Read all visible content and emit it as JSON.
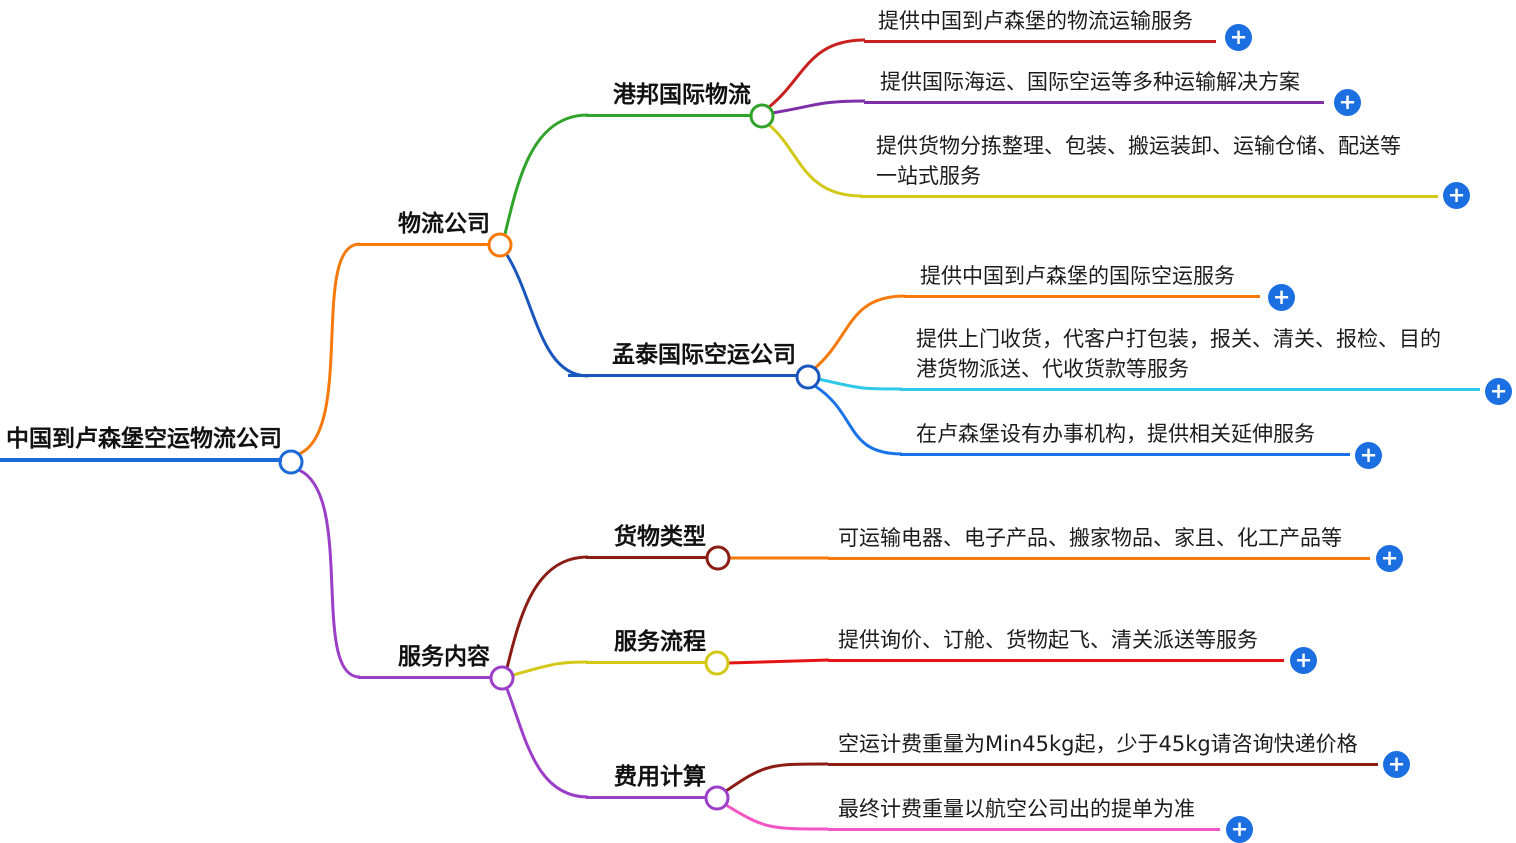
{
  "mindmap": {
    "root": {
      "label": "中国到卢森堡空运物流公司"
    },
    "branches": [
      {
        "label": "物流公司",
        "children": [
          {
            "label": "港邦国际物流",
            "leaves": [
              "提供中国到卢森堡的物流运输服务",
              "提供国际海运、国际空运等多种运输解决方案",
              "提供货物分拣整理、包装、搬运装卸、运输仓储、配送等\n一站式服务"
            ]
          },
          {
            "label": "孟泰国际空运公司",
            "leaves": [
              "提供中国到卢森堡的国际空运服务",
              "提供上门收货，代客户打包装，报关、清关、报检、目的\n港货物派送、代收货款等服务",
              "在卢森堡设有办事机构，提供相关延伸服务"
            ]
          }
        ]
      },
      {
        "label": "服务内容",
        "children": [
          {
            "label": "货物类型",
            "leaves": [
              "可运输电器、电子产品、搬家物品、家且、化工产品等"
            ]
          },
          {
            "label": "服务流程",
            "leaves": [
              "提供询价、订舱、货物起飞、清关派送等服务"
            ]
          },
          {
            "label": "费用计算",
            "leaves": [
              "空运计费重量为Min45kg起，少于45kg请咨询快递价格",
              "最终计费重量以航空公司出的提单为准"
            ]
          }
        ]
      }
    ],
    "plus_icon": "+",
    "colors": {
      "root_line": "#1a6bd8",
      "orange": "#f5790b",
      "green": "#2fa32a",
      "blue": "#1956bd",
      "purple": "#9b3fc8",
      "red": "#c9201d",
      "violet": "#7d2fa8",
      "yellow": "#d4c816",
      "cyan": "#30c8e8",
      "light_blue": "#1a73e8",
      "dark_red": "#8b1d15",
      "bright_red": "#e51414",
      "pink": "#f355c5",
      "plus_button": "#1b6fe0"
    }
  }
}
